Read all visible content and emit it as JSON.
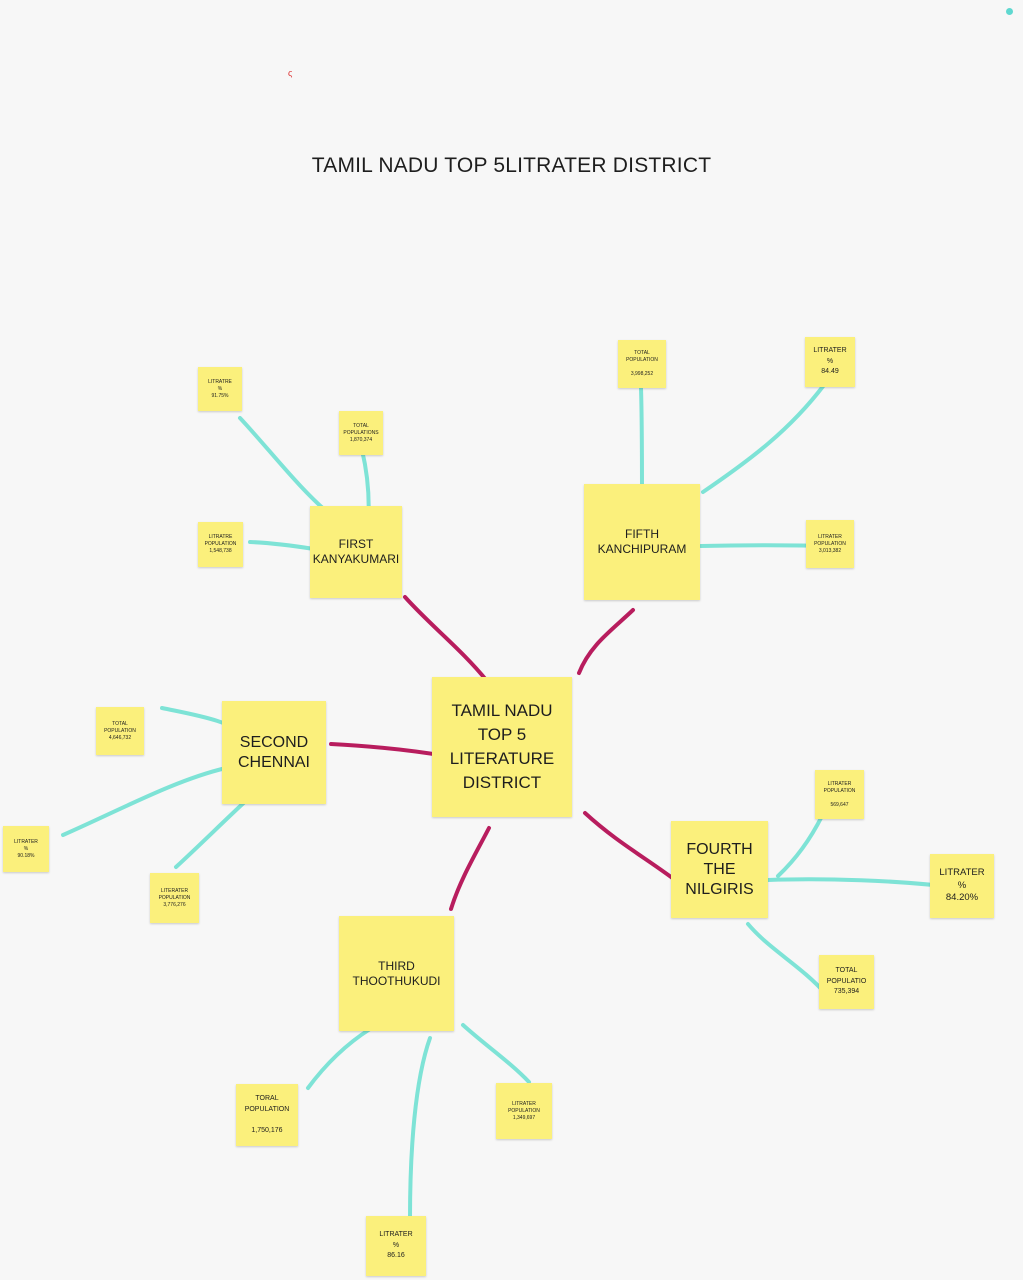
{
  "title": "TAMIL NADU TOP 5LITRATER DISTRICT",
  "center": "TAMIL NADU\nTOP 5\nLITERATURE\nDISTRICT",
  "districts": {
    "first": {
      "label": "FIRST\nKANYAKUMARI",
      "litrate_percent": "LITRATRE\n%\n91.75%",
      "total_population": "TOTAL\nPOPULATIONS\n1,870,374",
      "litrate_population": "LITRATRE\nPOPULATION\n1,548,738"
    },
    "second": {
      "label": "SECOND\nCHENNAI",
      "total_population": "TOTAL\nPOPULATION\n4,646,732",
      "litrate_percent": "LITRATER\n%\n90.18%",
      "litrate_population": "LITERATER\nPOPULATION\n3,776,276"
    },
    "third": {
      "label": "THIRD\nTHOOTHUKUDI",
      "total_population": "TORAL\nPOPULATION\n\n1,750,176",
      "litrate_population": "LITRATER\nPOPULATION\n1,349,697",
      "litrate_percent": "LITRATER\n%\n86.16"
    },
    "fourth": {
      "label": "FOURTH\nTHE\nNILGIRIS",
      "litrate_population": "LITRATER\nPOPULATION\n\n569,647",
      "litrate_percent": "LITRATER\n%\n84.20%",
      "total_population": "TOTAL\nPOPULATIO\n735,394"
    },
    "fifth": {
      "label": "FIFTH\nKANCHIPURAM",
      "total_population": "TOTAL\nPOPULATION\n\n3,998,252",
      "litrate_percent": "LITRATER\n%\n84.49",
      "litrate_population": "LITRATER\nPOPULATION\n3,013,382"
    }
  },
  "colors": {
    "background": "#f7f7f7",
    "note": "#fbf07c",
    "primary_link": "#b81d5e",
    "secondary_link": "#7ee3d6"
  }
}
